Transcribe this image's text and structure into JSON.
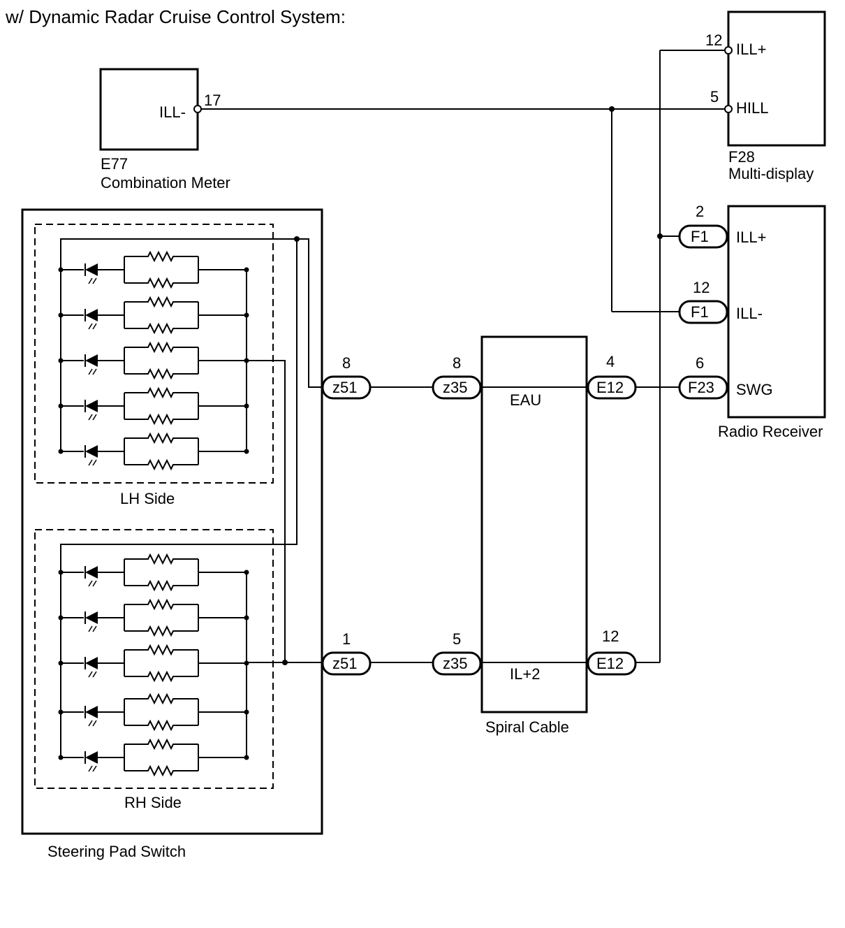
{
  "title": "w/ Dynamic Radar Cruise Control System:",
  "components": {
    "combination_meter": {
      "code": "E77",
      "name": "Combination Meter",
      "terminal_label": "ILL-",
      "pin": "17"
    },
    "multi_display": {
      "code": "F28",
      "name": "Multi-display",
      "terminals": [
        {
          "pin": "12",
          "label": "ILL+"
        },
        {
          "pin": "5",
          "label": "HILL"
        }
      ]
    },
    "radio_receiver": {
      "name": "Radio Receiver",
      "terminals": [
        {
          "pin": "2",
          "connector": "F1",
          "label": "ILL+"
        },
        {
          "pin": "12",
          "connector": "F1",
          "label": "ILL-"
        },
        {
          "pin": "6",
          "connector": "F23",
          "label": "SWG"
        }
      ]
    },
    "spiral_cable": {
      "name": "Spiral Cable",
      "signals": [
        "EAU",
        "IL+2"
      ]
    },
    "steering_pad_switch": {
      "name": "Steering Pad Switch",
      "lh_label": "LH Side",
      "rh_label": "RH Side"
    }
  },
  "connectors": {
    "z51_top": {
      "id": "z51",
      "pin": "8"
    },
    "z35_top": {
      "id": "z35",
      "pin": "8"
    },
    "e12_top": {
      "id": "E12",
      "pin": "4"
    },
    "z51_bot": {
      "id": "z51",
      "pin": "1"
    },
    "z35_bot": {
      "id": "z35",
      "pin": "5"
    },
    "e12_bot": {
      "id": "E12",
      "pin": "12"
    }
  },
  "colors": {
    "line": "#000000",
    "background": "#ffffff"
  }
}
